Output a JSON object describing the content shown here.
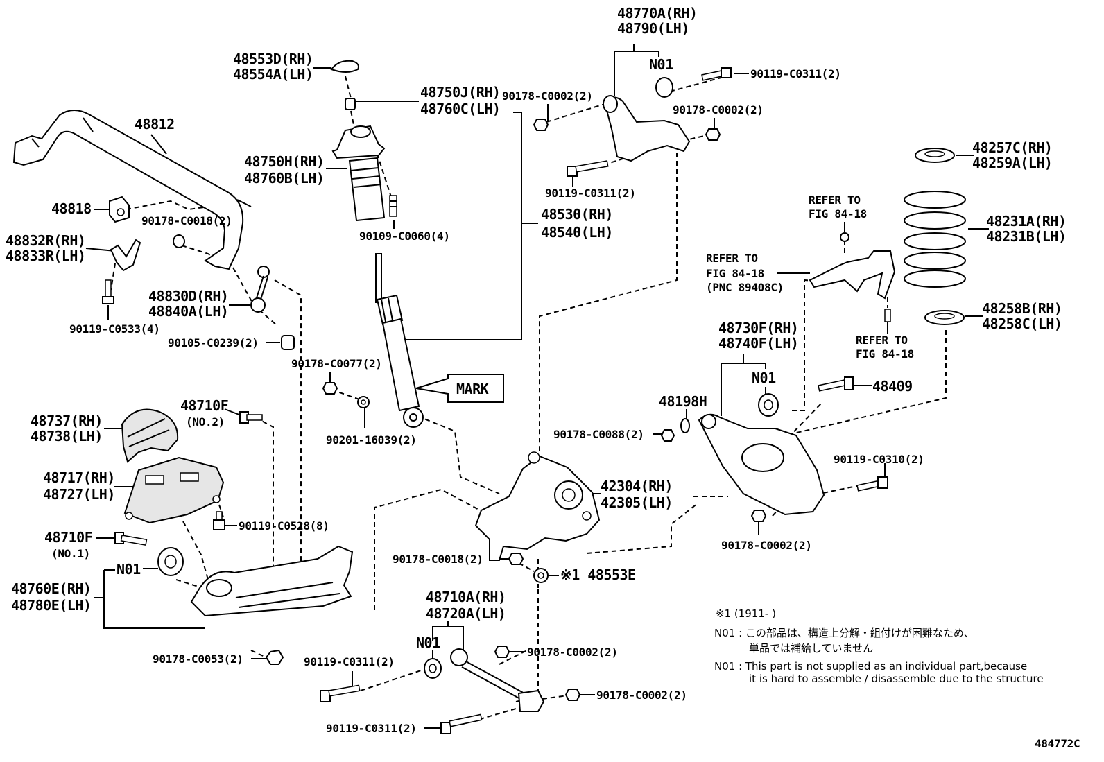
{
  "labels": {
    "l48553d": "48553D(RH)",
    "l48554a": "48554A(LH)",
    "l48812": "48812",
    "l48750j": "48750J(RH)",
    "l48760c": "48760C(LH)",
    "l48750h": "48750H(RH)",
    "l48760b": "48760B(LH)",
    "l48818": "48818",
    "l90178_c0018_top": "90178-C0018(2)",
    "l48832r": "48832R(RH)",
    "l48833r": "48833R(LH)",
    "l90109": "90109-C0060(4)",
    "l48530": "48530(RH)",
    "l48540": "48540(LH)",
    "l48830d": "48830D(RH)",
    "l48840a": "48840A(LH)",
    "l90119_c0533": "90119-C0533(4)",
    "l90105": "90105-C0239(2)",
    "l90178_c0077": "90178-C0077(2)",
    "l_mark": "MARK",
    "l90201": "90201-16039(2)",
    "l48710f_top": "48710F",
    "l_no2": "(NO.2)",
    "l48737": "48737(RH)",
    "l48738": "48738(LH)",
    "l48717": "48717(RH)",
    "l48727": "48727(LH)",
    "l90119_c0528": "90119-C0528(8)",
    "l48710f_bot": "48710F",
    "l_no1": "(NO.1)",
    "l_n01_left": "N01",
    "l48760e": "48760E(RH)",
    "l48780e": "48780E(LH)",
    "l90178_c0053": "90178-C0053(2)",
    "l48770a": "48770A(RH)",
    "l48790": "48790(LH)",
    "l_n01_top": "N01",
    "l90119_c0311_tr": "90119-C0311(2)",
    "l90178_c0002_tl": "90178-C0002(2)",
    "l90178_c0002_tr": "90178-C0002(2)",
    "l90119_c0311_tm": "90119-C0311(2)",
    "l48257c": "48257C(RH)",
    "l48259a": "48259A(LH)",
    "l48231a": "48231A(RH)",
    "l48231b": "48231B(LH)",
    "l_refer1a": "REFER TO",
    "l_refer1b": "FIG 84-18",
    "l_refer2a": "REFER TO",
    "l_refer2b": "FIG 84-18",
    "l_refer2c": "(PNC 89408C)",
    "l_refer3a": "REFER TO",
    "l_refer3b": "FIG 84-18",
    "l48258b": "48258B(RH)",
    "l48258c": "48258C(LH)",
    "l48730f": "48730F(RH)",
    "l48740f": "48740F(LH)",
    "l_n01_right": "N01",
    "l48409": "48409",
    "l48198h": "48198H",
    "l90178_c0088": "90178-C0088(2)",
    "l42304": "42304(RH)",
    "l42305": "42305(LH)",
    "l90119_c0310": "90119-C0310(2)",
    "l90178_c0002_r": "90178-C0002(2)",
    "l90178_c0018_mid": "90178-C0018(2)",
    "l48553e": "※1 48553E",
    "l48710a": "48710A(RH)",
    "l48720a": "48720A(LH)",
    "l_n01_bot": "N01",
    "l90119_c0311_bl": "90119-C0311(2)",
    "l90178_c0002_b1": "90178-C0002(2)",
    "l90178_c0002_b2": "90178-C0002(2)",
    "l90119_c0311_bb": "90119-C0311(2)",
    "l_fig": "484772C"
  },
  "notes": {
    "note1": "※1 (1911-     )",
    "n01_jp_1": "N01 : この部品は、構造上分解・組付けが困難なため、",
    "n01_jp_2": "単品では補給していません",
    "n01_en_1": "N01 : This part is not supplied as an individual part,because",
    "n01_en_2": "it is hard to assemble / disassemble due to the structure"
  }
}
